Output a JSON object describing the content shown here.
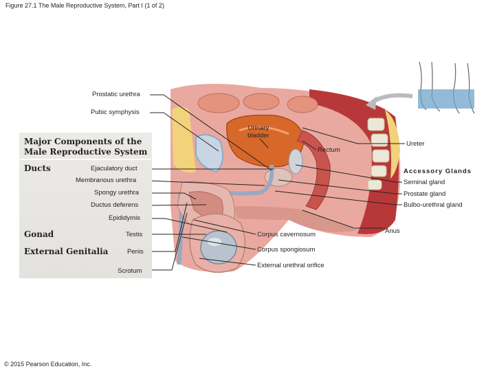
{
  "figure_title": "Figure 27.1 The Male Reproductive System, Part I (1 of 2)",
  "copyright": "© 2015 Pearson Education, Inc.",
  "panel": {
    "title_line1": "Major Components of the",
    "title_line2": "Male Reproductive System",
    "categories": {
      "ducts": "Ducts",
      "gonad": "Gonad",
      "external": "External Genitalia"
    }
  },
  "accessory_heading": "Accessory Glands",
  "labels_left": {
    "prostatic_urethra": "Prostatic urethra",
    "pubic_symphysis": "Pubic symphysis",
    "ejaculatory_duct": "Ejaculatory duct",
    "membranous_urethra": "Membranous urethra",
    "spongy_urethra": "Spongy urethra",
    "ductus_deferens": "Ductus deferens",
    "epididymis": "Epididymis",
    "testis": "Testis",
    "penis": "Penis",
    "scrotum": "Scrotum"
  },
  "labels_center": {
    "urinary_bladder_1": "Urinary",
    "urinary_bladder_2": "bladder",
    "rectum": "Rectum",
    "corpus_cavernosum": "Corpus cavernosum",
    "corpus_spongiosum": "Corpus spongiosum",
    "external_urethral_orifice": "External urethral orifice"
  },
  "labels_right": {
    "ureter": "Ureter",
    "seminal_gland": "Seminal gland",
    "prostate_gland": "Prostate gland",
    "bulbo_urethral_gland": "Bulbo-urethral gland",
    "anus": "Anus"
  },
  "colors": {
    "tissue_pink": "#e9a9a0",
    "muscle_red": "#b8383a",
    "fat_yellow": "#f2d27a",
    "bone": "#ece8d8",
    "bladder_orange": "#d8682a",
    "cartilage_blue": "#8fa9c8",
    "leader_line": "#222222"
  }
}
